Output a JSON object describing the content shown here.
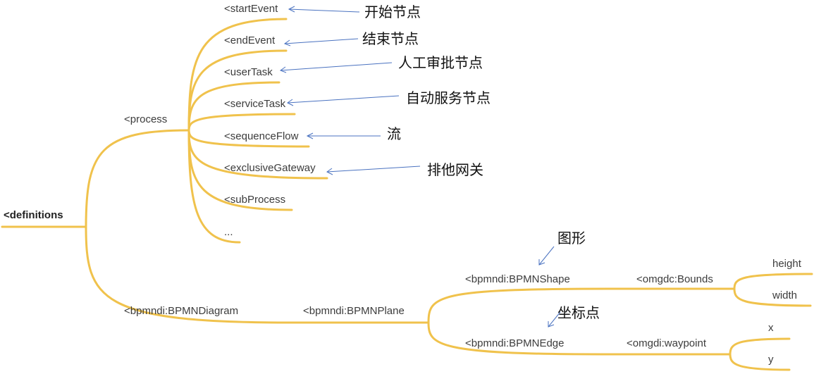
{
  "colors": {
    "branch": "#f0c24c",
    "arrow": "#4a72c0",
    "text": "#3c3c3c"
  },
  "root": {
    "label": "<definitions"
  },
  "process": {
    "label": "<process",
    "children": [
      "<startEvent",
      "<endEvent",
      "<userTask",
      "<serviceTask",
      "<sequenceFlow",
      "<exclusiveGateway",
      "<subProcess",
      "..."
    ]
  },
  "process_notes": [
    "开始节点",
    "结束节点",
    "人工审批节点",
    "自动服务节点",
    "流",
    "排他网关"
  ],
  "diagram": {
    "label": "<bpmndi:BPMNDiagram",
    "plane": {
      "label": "<bpmndi:BPMNPlane",
      "shape": {
        "label": "<bpmndi:BPMNShape",
        "note": "图形",
        "bounds": "<omgdc:Bounds",
        "fields": [
          "height",
          "width"
        ]
      },
      "edge": {
        "label": "<bpmndi:BPMNEdge",
        "note": "坐标点",
        "waypoint": "<omgdi:waypoint",
        "fields": [
          "x",
          "y"
        ]
      }
    }
  }
}
